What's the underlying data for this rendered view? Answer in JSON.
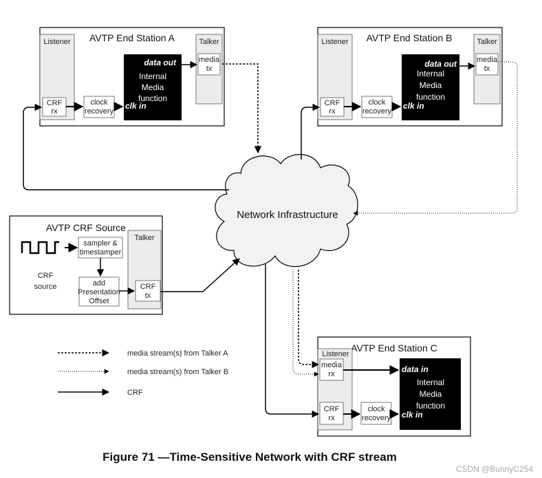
{
  "station_a": {
    "title": "AVTP End Station A",
    "listener": "Listener",
    "talker": "Talker",
    "crf_rx": [
      "CRF",
      "rx"
    ],
    "clock_recovery": [
      "clock",
      "recovery"
    ],
    "media_tx": [
      "media",
      "tx"
    ],
    "imf": [
      "Internal",
      "Media",
      "function"
    ],
    "data_out": "data out",
    "clk_in": "clk in"
  },
  "station_b": {
    "title": "AVTP End Station B",
    "listener": "Listener",
    "talker": "Talker",
    "crf_rx": [
      "CRF",
      "rx"
    ],
    "clock_recovery": [
      "clock",
      "recovery"
    ],
    "media_tx": [
      "media",
      "tx"
    ],
    "imf": [
      "Internal",
      "Media",
      "function"
    ],
    "data_out": "data out",
    "clk_in": "clk in"
  },
  "station_c": {
    "title": "AVTP End Station C",
    "listener": "Listener",
    "media_rx": [
      "media",
      "rx"
    ],
    "crf_rx": [
      "CRF",
      "rx"
    ],
    "clock_recovery": [
      "clock",
      "recovery"
    ],
    "imf": [
      "Internal",
      "Media",
      "function"
    ],
    "data_in": "data in",
    "clk_in": "clk in"
  },
  "crf_source": {
    "title": "AVTP CRF Source",
    "talker": "Talker",
    "sampler": [
      "sampler &",
      "timestamper"
    ],
    "presentation": [
      "add",
      "Presentation",
      "Offset"
    ],
    "crf_tx": [
      "CRF",
      "tx"
    ],
    "source_label": [
      "CRF",
      "source"
    ]
  },
  "network": {
    "label": "Network Infrastructure"
  },
  "legend": {
    "talker_a": "media stream(s) from Talker A",
    "talker_b": "media stream(s) from Talker B",
    "crf": "CRF"
  },
  "caption": "Figure 71 —Time-Sensitive Network with CRF stream",
  "watermark": "CSDN @BunnyC254"
}
